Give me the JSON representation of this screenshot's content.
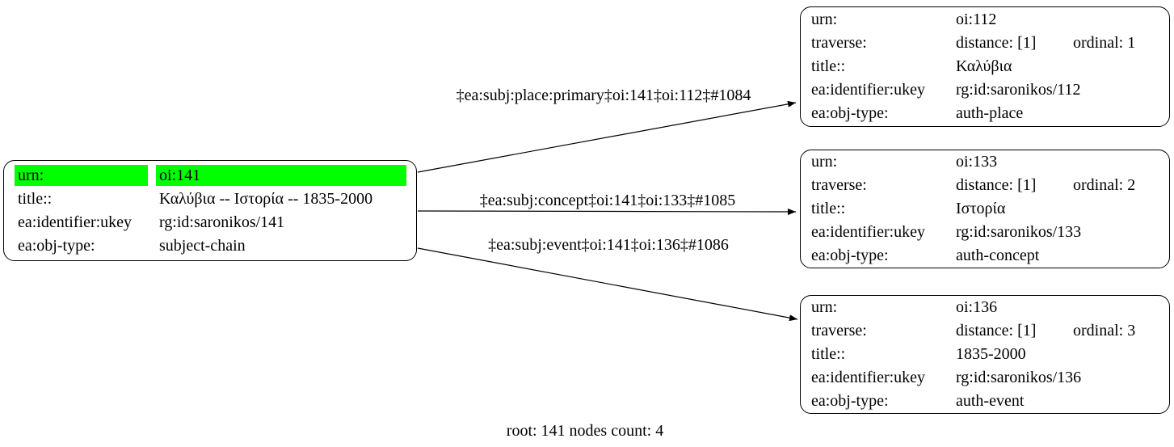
{
  "colors": {
    "highlight": "#00ff00",
    "stroke": "#000000",
    "background": "#ffffff"
  },
  "caption": "root: 141 nodes count: 4",
  "root_node": {
    "urn_label": "urn:",
    "urn_value": "oi:141",
    "title_label": "title::",
    "title_value": "Καλύβια -- Ιστορία -- 1835-2000",
    "identifier_label": "ea:identifier:ukey",
    "identifier_value": "rg:id:saronikos/141",
    "objtype_label": "ea:obj-type:",
    "objtype_value": "subject-chain"
  },
  "edges": [
    {
      "label": "‡ea:subj:place:primary‡oi:141‡oi:112‡#1084"
    },
    {
      "label": "‡ea:subj:concept‡oi:141‡oi:133‡#1085"
    },
    {
      "label": "‡ea:subj:event‡oi:141‡oi:136‡#1086"
    }
  ],
  "nodes": [
    {
      "urn_label": "urn:",
      "urn_value": "oi:112",
      "traverse_label": "traverse:",
      "distance": "distance: [1]",
      "ordinal": "ordinal: 1",
      "title_label": "title::",
      "title_value": "Καλύβια",
      "identifier_label": "ea:identifier:ukey",
      "identifier_value": "rg:id:saronikos/112",
      "objtype_label": "ea:obj-type:",
      "objtype_value": "auth-place"
    },
    {
      "urn_label": "urn:",
      "urn_value": "oi:133",
      "traverse_label": "traverse:",
      "distance": "distance: [1]",
      "ordinal": "ordinal: 2",
      "title_label": "title::",
      "title_value": "Ιστορία",
      "identifier_label": "ea:identifier:ukey",
      "identifier_value": "rg:id:saronikos/133",
      "objtype_label": "ea:obj-type:",
      "objtype_value": "auth-concept"
    },
    {
      "urn_label": "urn:",
      "urn_value": "oi:136",
      "traverse_label": "traverse:",
      "distance": "distance: [1]",
      "ordinal": "ordinal: 3",
      "title_label": "title::",
      "title_value": "1835-2000",
      "identifier_label": "ea:identifier:ukey",
      "identifier_value": "rg:id:saronikos/136",
      "objtype_label": "ea:obj-type:",
      "objtype_value": "auth-event"
    }
  ]
}
